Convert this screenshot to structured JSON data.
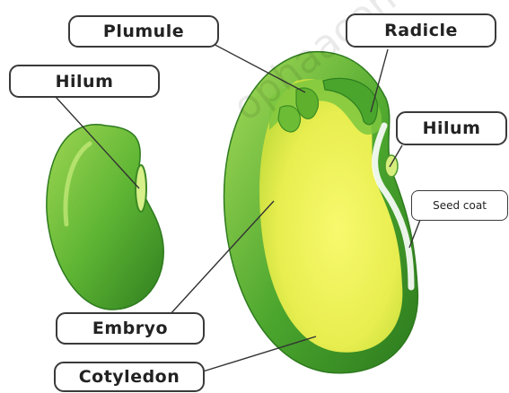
{
  "labels": {
    "plumule": "Plumule",
    "radicle": "Radicle",
    "hilum_left": "Hilum",
    "hilum_right": "Hilum",
    "seed_coat": "Seed coat",
    "embryo": "Embryo",
    "cotyledon": "Cotyledon"
  },
  "watermark": "ophaacom",
  "colors": {
    "seed_outer": "#3f9a2a",
    "seed_light": "#8fd14a",
    "cotyledon": "#f2f55a",
    "embryo": "#6bbd3a",
    "line": "#333333"
  }
}
